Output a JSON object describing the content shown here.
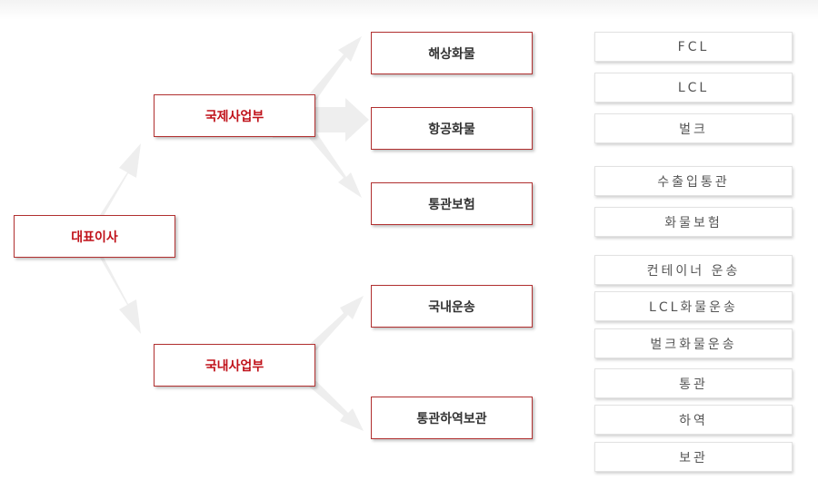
{
  "root": {
    "label": "대표이사"
  },
  "divisions": [
    {
      "label": "국제사업부",
      "services": [
        {
          "label": "해상화물",
          "items": [
            "FCL",
            "LCL",
            "벌크"
          ]
        },
        {
          "label": "항공화물",
          "items": []
        },
        {
          "label": "통관보험",
          "items": [
            "수출입통관",
            "화물보험"
          ]
        }
      ]
    },
    {
      "label": "국내사업부",
      "services": [
        {
          "label": "국내운송",
          "items": [
            "컨테이너 운송",
            "LCL화물운송",
            "벌크화물운송"
          ]
        },
        {
          "label": "통관하역보관",
          "items": [
            "통관",
            "하역",
            "보관"
          ]
        }
      ]
    }
  ],
  "colors": {
    "accent": "#c0121a",
    "border": "#b13030",
    "arrow": "#eeeeee"
  }
}
